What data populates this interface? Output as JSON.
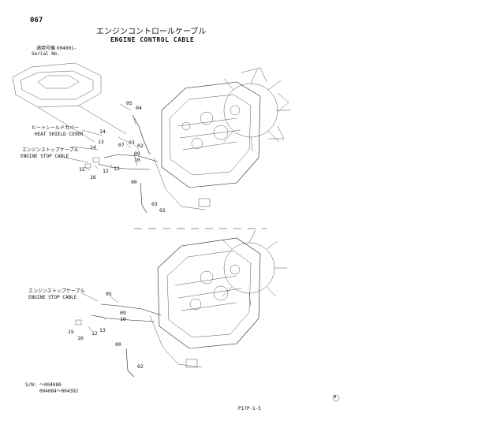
{
  "header": {
    "page_number": "067",
    "title_jp": "エンジンコントロールケーブル",
    "title_en": "ENGINE CONTROL CABLE",
    "serial_label_jp": "適用号機",
    "serial_label_en": "Serial No.",
    "serial_value": "004001-"
  },
  "upper_view": {
    "callouts": {
      "heat_shield_jp": "ヒートシールドカバー",
      "heat_shield_en": "HEAT SHIELD COVER",
      "stop_cable_jp": "エンジンストップケーブル",
      "stop_cable_en": "ENGINE STOP CABLE"
    },
    "parts": {
      "p05": "05",
      "p04": "04",
      "p14": "14",
      "p13": "13",
      "p07": "07",
      "p03a": "03",
      "p02a": "02",
      "p09": "09",
      "p10": "10",
      "p15": "15",
      "p16": "16",
      "p12": "12",
      "p13b": "13",
      "p00": "00",
      "p03b": "03",
      "p02b": "02"
    }
  },
  "lower_view": {
    "callouts": {
      "stop_cable_jp": "エンジンストップケーブル",
      "stop_cable_en": "ENGINE STOP CABLE"
    },
    "parts": {
      "p05": "05",
      "p09": "09",
      "p10": "10",
      "p15": "15",
      "p16": "16",
      "p12": "12",
      "p13": "13",
      "p00": "00",
      "p02": "02"
    }
  },
  "footer": {
    "serial_prefix": "S/N:",
    "serial_range_1": "～004080",
    "serial_range_2": "004084～004392",
    "page_code": "P17P-1-5",
    "circle_mark": "N"
  }
}
